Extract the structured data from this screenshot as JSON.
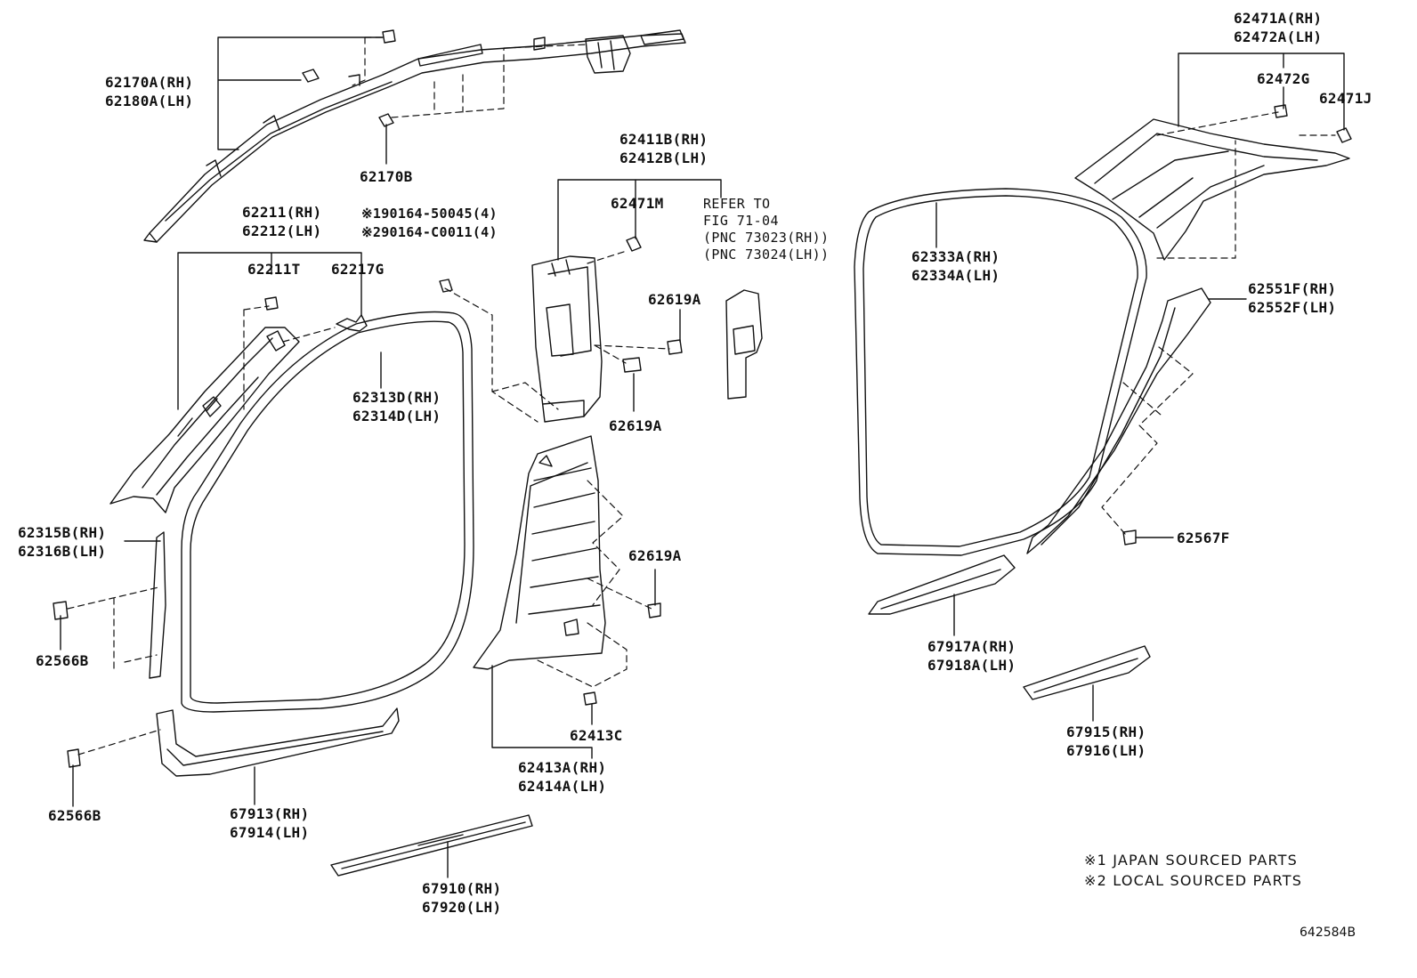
{
  "callouts": [
    {
      "id": "c01",
      "lines": [
        "62170A(RH)",
        "62180A(LH)"
      ]
    },
    {
      "id": "c02",
      "lines": [
        "62170B"
      ]
    },
    {
      "id": "c03",
      "lines": [
        "62211(RH)",
        "62212(LH)"
      ]
    },
    {
      "id": "c04",
      "lines": [
        "62211T"
      ]
    },
    {
      "id": "c05",
      "lines": [
        "62217G"
      ]
    },
    {
      "id": "c06",
      "lines": [
        "※190164-50045(4)",
        "※290164-C0011(4)"
      ]
    },
    {
      "id": "c07",
      "lines": [
        "62411B(RH)",
        "62412B(LH)"
      ]
    },
    {
      "id": "c08",
      "lines": [
        "62471M"
      ]
    },
    {
      "id": "c09",
      "lines": [
        "62619A"
      ]
    },
    {
      "id": "c10",
      "lines": [
        "62619A"
      ]
    },
    {
      "id": "c11",
      "lines": [
        "62313D(RH)",
        "62314D(LH)"
      ]
    },
    {
      "id": "c12",
      "lines": [
        "62315B(RH)",
        "62316B(LH)"
      ]
    },
    {
      "id": "c13",
      "lines": [
        "62566B"
      ]
    },
    {
      "id": "c14",
      "lines": [
        "62566B"
      ]
    },
    {
      "id": "c15",
      "lines": [
        "67913(RH)",
        "67914(LH)"
      ]
    },
    {
      "id": "c16",
      "lines": [
        "62619A"
      ]
    },
    {
      "id": "c17",
      "lines": [
        "62413C"
      ]
    },
    {
      "id": "c18",
      "lines": [
        "62413A(RH)",
        "62414A(LH)"
      ]
    },
    {
      "id": "c19",
      "lines": [
        "67910(RH)",
        "67920(LH)"
      ]
    },
    {
      "id": "c20",
      "lines": [
        "62333A(RH)",
        "62334A(LH)"
      ]
    },
    {
      "id": "c21",
      "lines": [
        "62471A(RH)",
        "62472A(LH)"
      ]
    },
    {
      "id": "c22",
      "lines": [
        "62472G"
      ]
    },
    {
      "id": "c23",
      "lines": [
        "62471J"
      ]
    },
    {
      "id": "c24",
      "lines": [
        "62551F(RH)",
        "62552F(LH)"
      ]
    },
    {
      "id": "c25",
      "lines": [
        "62567F"
      ]
    },
    {
      "id": "c26",
      "lines": [
        "67917A(RH)",
        "67918A(LH)"
      ]
    },
    {
      "id": "c27",
      "lines": [
        "67915(RH)",
        "67916(LH)"
      ]
    }
  ],
  "reference": [
    "REFER TO",
    "FIG 71-04",
    "(PNC 73023(RH))",
    "(PNC 73024(LH))"
  ],
  "notes": [
    "※1 JAPAN SOURCED PARTS",
    "※2 LOCAL SOURCED PARTS"
  ],
  "illustration_number": "642584B"
}
